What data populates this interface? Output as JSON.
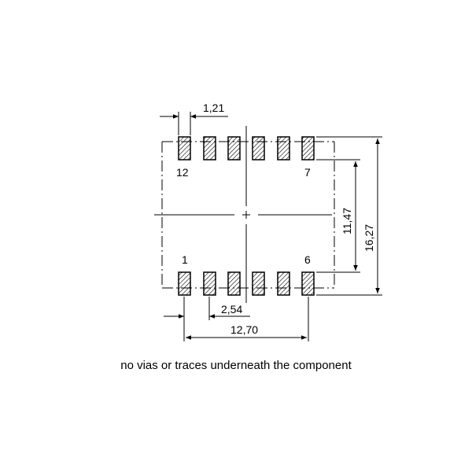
{
  "dimensions": {
    "pad_width": "1,21",
    "pad_pitch": "2,54",
    "row_span": "12,70",
    "inner_height": "11,47",
    "outer_height": "16,27"
  },
  "pin_labels": {
    "top_left": "12",
    "top_right": "7",
    "bottom_left": "1",
    "bottom_right": "6"
  },
  "pads_per_row": 6,
  "caption": "no vias or traces underneath the component"
}
